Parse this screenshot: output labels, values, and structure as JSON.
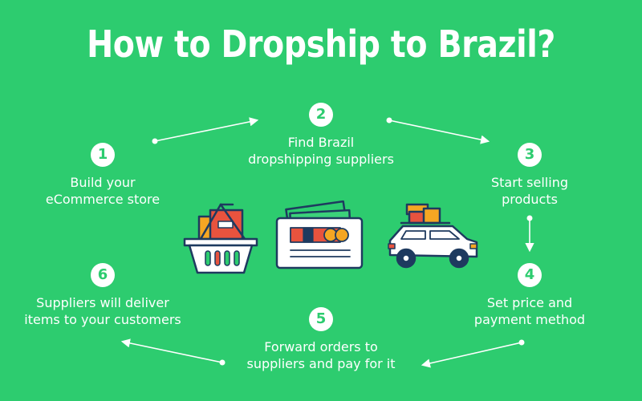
{
  "title": "How to Dropship to Brazil?",
  "colors": {
    "background": "#2dcc6f",
    "text": "#ffffff",
    "accent_red": "#e8533e",
    "accent_orange": "#f5a623",
    "outline": "#1e3a5f"
  },
  "steps": [
    {
      "number": "1",
      "lines": [
        "Build your",
        "eCommerce store"
      ]
    },
    {
      "number": "2",
      "lines": [
        "Find Brazil",
        "dropshipping suppliers"
      ]
    },
    {
      "number": "3",
      "lines": [
        "Start selling",
        "products"
      ]
    },
    {
      "number": "4",
      "lines": [
        "Set price and",
        "payment method"
      ]
    },
    {
      "number": "5",
      "lines": [
        "Forward orders to",
        "suppliers and pay for it"
      ]
    },
    {
      "number": "6",
      "lines": [
        "Suppliers will deliver",
        "items to your customers"
      ]
    }
  ],
  "illustrations": [
    "shopping-basket-icon",
    "wallet-icon",
    "car-with-luggage-icon"
  ]
}
